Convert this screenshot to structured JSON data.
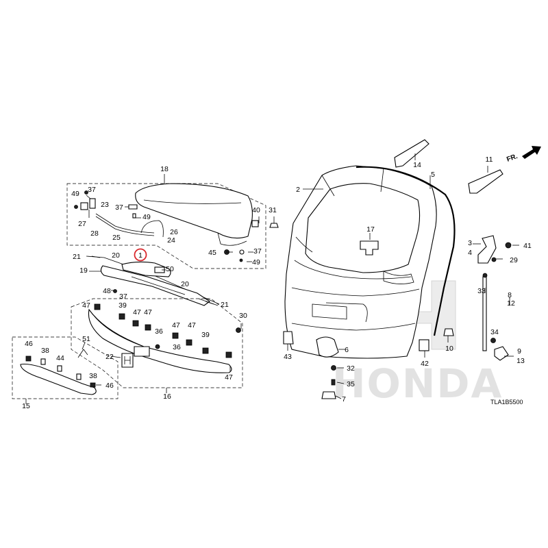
{
  "diagram_code": "TLA1B5500",
  "direction_label": "FR.",
  "watermark": "HONDA",
  "highlighted_callout": "1",
  "callouts": [
    "1",
    "2",
    "3",
    "4",
    "5",
    "6",
    "7",
    "8",
    "9",
    "10",
    "11",
    "12",
    "13",
    "14",
    "15",
    "16",
    "17",
    "18",
    "19",
    "20",
    "21",
    "22",
    "23",
    "24",
    "25",
    "26",
    "27",
    "28",
    "29",
    "30",
    "31",
    "32",
    "33",
    "34",
    "35",
    "36",
    "37",
    "38",
    "39",
    "40",
    "41",
    "42",
    "43",
    "44",
    "45",
    "46",
    "47",
    "48",
    "49",
    "50",
    "51"
  ],
  "colors": {
    "highlight_ring": "#d9262b",
    "watermark": "#e2e2e2",
    "ink": "#000000"
  }
}
